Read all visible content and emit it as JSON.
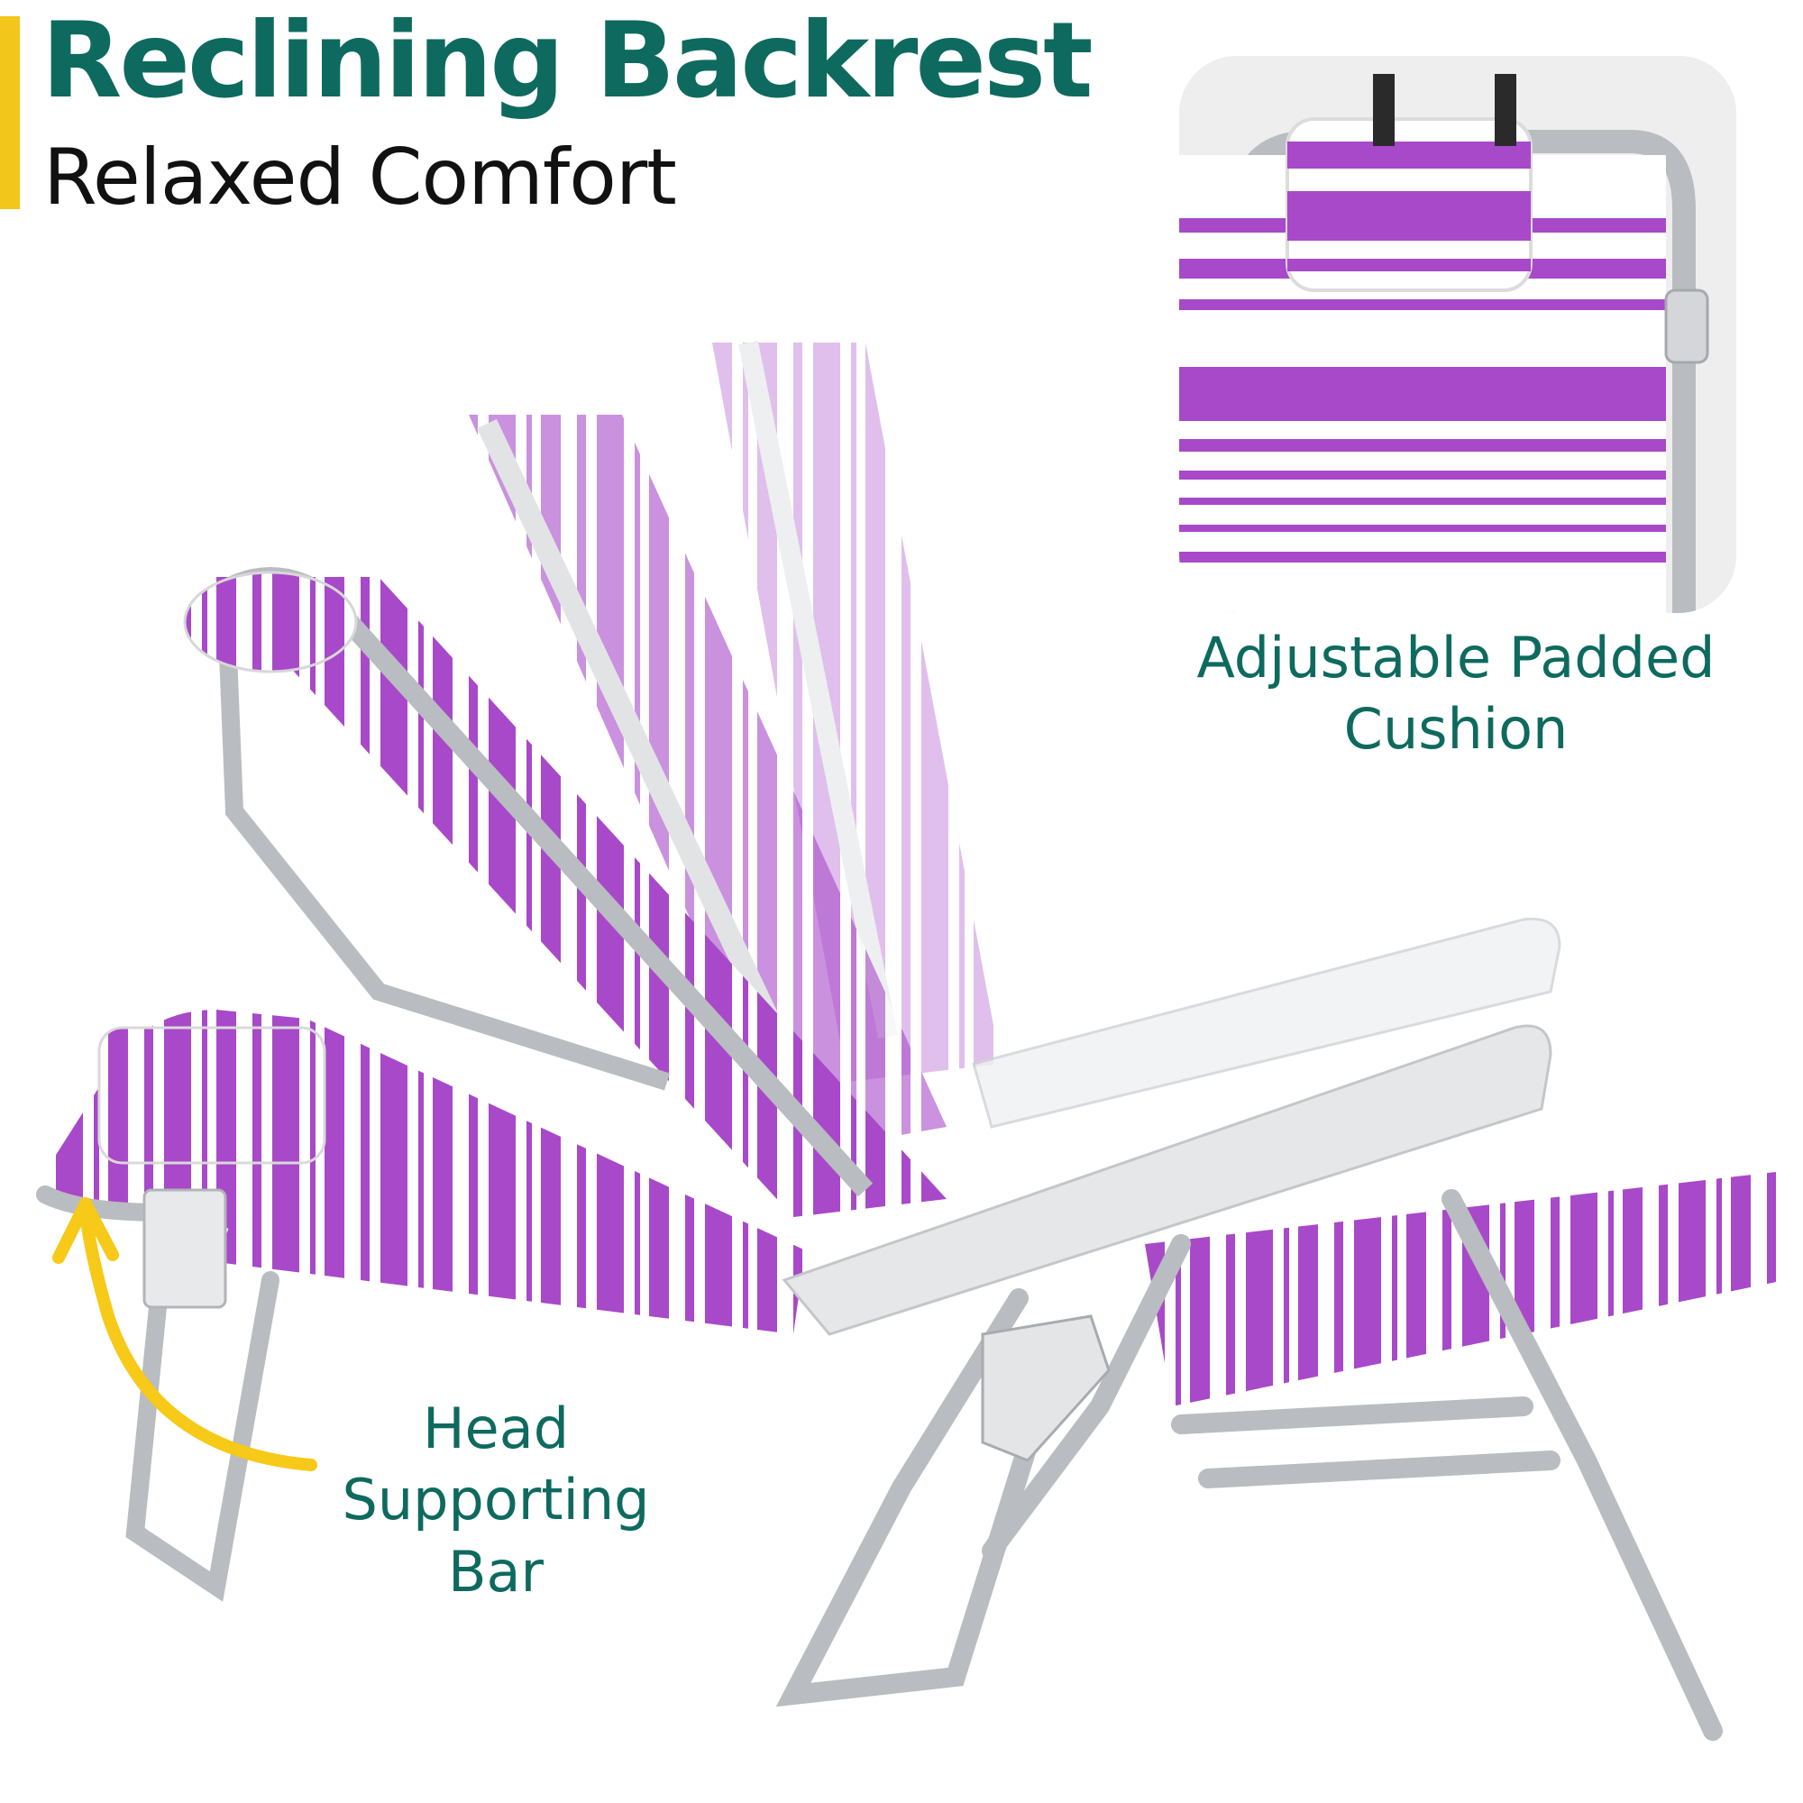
{
  "headline": {
    "title": "Reclining Backrest",
    "subtitle": "Relaxed Comfort"
  },
  "callouts": {
    "cushion": {
      "line1": "Adjustable Padded",
      "line2": "Cushion"
    },
    "head_bar": {
      "line1": "Head",
      "line2": "Supporting",
      "line3": "Bar"
    }
  },
  "colors": {
    "title": "#0e6a5e",
    "subtitle": "#111111",
    "accent": "#f2c61a",
    "callout": "#0e6a5e",
    "arrow": "#f7c918",
    "fabric_stripe": "#a849c9",
    "frame": "#b9bcc0"
  }
}
